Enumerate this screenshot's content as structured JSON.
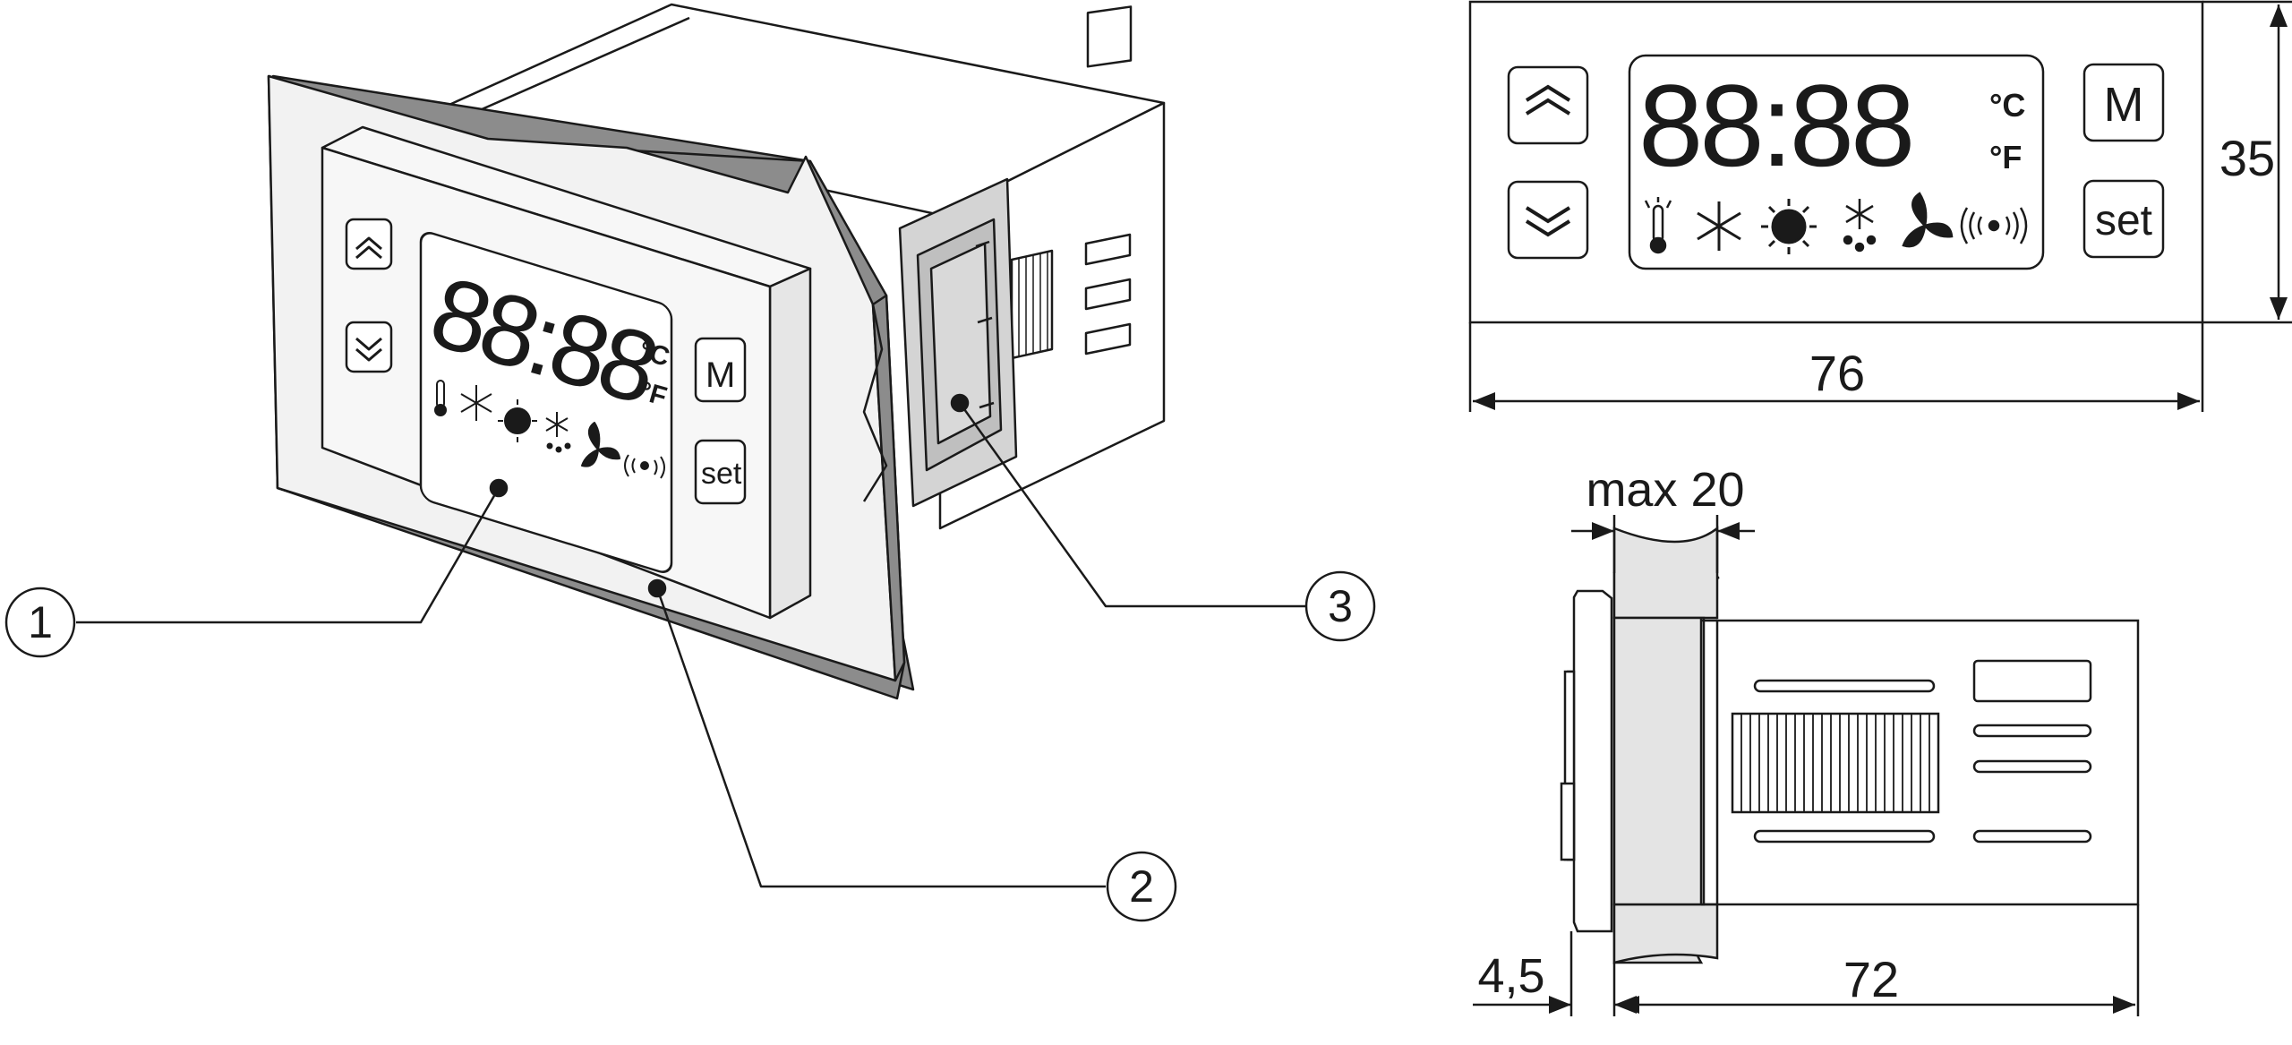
{
  "callouts": {
    "one": "1",
    "two": "2",
    "three": "3"
  },
  "display": {
    "digits": "88:88",
    "unit_c": "°C",
    "unit_f": "°F",
    "button_m": "M",
    "button_set": "set",
    "button_up": "up-arrow-button",
    "button_down": "down-arrow-button",
    "icons": [
      "thermometer-icon",
      "snowflake-icon",
      "sun-icon",
      "defrost-icon",
      "fan-icon",
      "signal-icon"
    ]
  },
  "dimensions": {
    "front_width": "76",
    "front_height": "35",
    "side_depth_max": "max 20",
    "side_bezel": "4,5",
    "side_body": "72"
  },
  "colors": {
    "line": "#1a1a1a",
    "panel_fill": "#f2f2f2",
    "gasket_dark": "#8c8c8c",
    "bracket": "#c9c9c9"
  }
}
